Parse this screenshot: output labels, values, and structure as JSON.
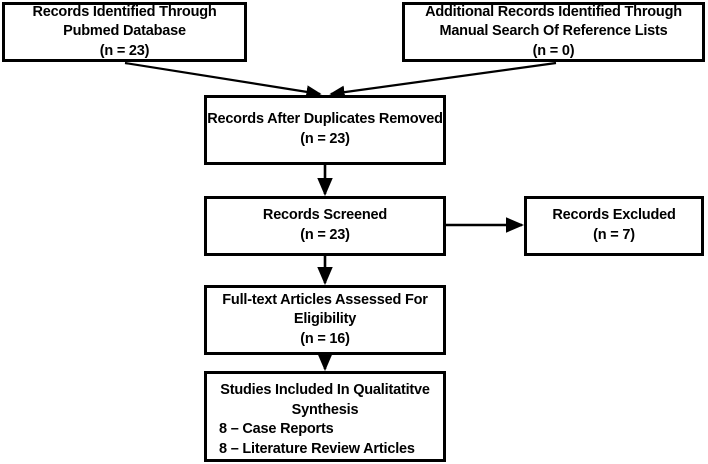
{
  "diagram": {
    "title": "PRISMA study selection flow diagram",
    "type": "flowchart",
    "background_color": "#ffffff",
    "line_color": "#000000",
    "text_color": "#000000"
  },
  "nodes": {
    "pubmed": {
      "lines": [
        "Records Identified Through",
        "Pubmed Database",
        "(n = 23)"
      ],
      "count": 23
    },
    "manual": {
      "lines": [
        "Additional Records Identified Through",
        "Manual Search Of Reference Lists",
        "(n = 0)"
      ],
      "count": 0
    },
    "dedup": {
      "lines": [
        "Records After Duplicates Removed",
        "(n = 23)"
      ],
      "count": 23
    },
    "screened": {
      "lines": [
        "Records Screened",
        "(n = 23)"
      ],
      "count": 23
    },
    "excluded": {
      "lines": [
        "Records Excluded",
        "(n = 7)"
      ],
      "count": 7
    },
    "fulltext": {
      "lines": [
        "Full-text Articles Assessed For",
        "Eligibility",
        "(n = 16)"
      ],
      "count": 16
    },
    "included": {
      "heading": [
        "Studies Included In Qualitatitve",
        "Synthesis"
      ],
      "items": [
        "8 – Case Reports",
        "8 – Literature Review Articles"
      ]
    }
  },
  "edges": [
    {
      "from": "pubmed",
      "to": "dedup",
      "style": "diagonal-arrow"
    },
    {
      "from": "manual",
      "to": "dedup",
      "style": "diagonal-arrow"
    },
    {
      "from": "dedup",
      "to": "screened",
      "style": "vertical-arrow"
    },
    {
      "from": "screened",
      "to": "excluded",
      "style": "horizontal-arrow"
    },
    {
      "from": "screened",
      "to": "fulltext",
      "style": "vertical-arrow"
    },
    {
      "from": "fulltext",
      "to": "included",
      "style": "vertical-arrow"
    }
  ]
}
